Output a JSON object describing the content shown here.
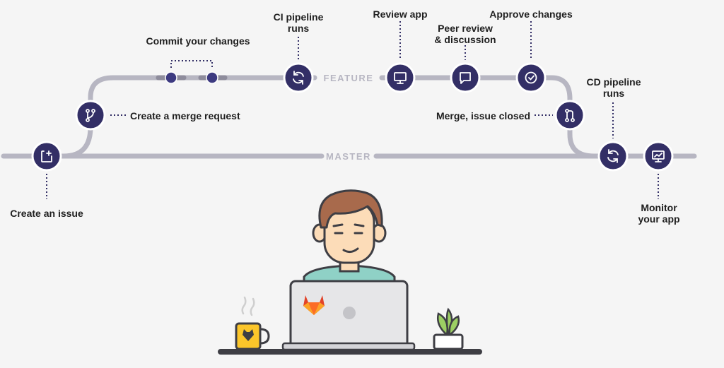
{
  "tracks": {
    "feature_label": "FEATURE",
    "master_label": "MASTER"
  },
  "steps": {
    "create_issue": "Create an issue",
    "merge_request": "Create a merge request",
    "commit_changes": "Commit your changes",
    "ci_pipeline_1": "CI pipeline",
    "ci_pipeline_2": "runs",
    "review_app": "Review app",
    "peer_review_1": "Peer review",
    "peer_review_2": "& discussion",
    "approve_changes": "Approve changes",
    "merge_closed": "Merge, issue closed",
    "cd_pipeline_1": "CD pipeline",
    "cd_pipeline_2": "runs",
    "monitor_1": "Monitor",
    "monitor_2": "your app"
  },
  "icons": {
    "create_issue": "new-issue-icon",
    "merge_request": "merge-request-icon",
    "ci_pipeline": "pipeline-refresh-icon",
    "review_app": "monitor-icon",
    "peer_review": "comment-icon",
    "approve": "check-circle-icon",
    "merge": "merge-icon",
    "cd_pipeline": "pipeline-refresh-icon",
    "monitor_app": "chart-monitor-icon"
  },
  "colors": {
    "node": "#332f66",
    "node_ring": "#ffffff",
    "track": "#b7b6c2",
    "track_shadow": "#8e8c9c",
    "text": "#1f1f1f",
    "gitlab_orange": "#e24329"
  }
}
